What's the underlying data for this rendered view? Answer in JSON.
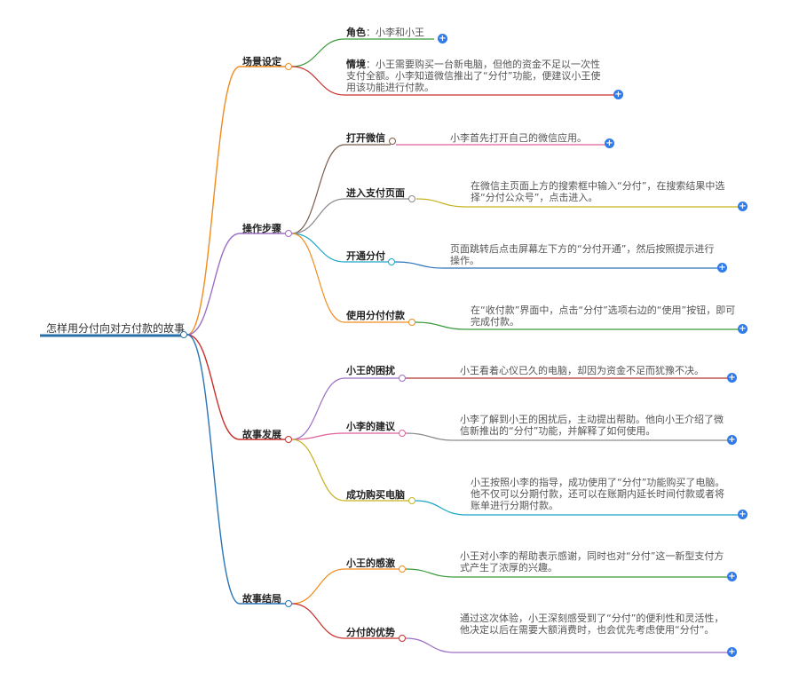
{
  "root": {
    "label": "怎样用分付向对方付款的故事"
  },
  "branches": [
    {
      "label": "场景设定",
      "children": [
        {
          "label": "角色",
          "note": "：小李和小王"
        },
        {
          "label": "情境",
          "note": "：小王需要购买一台新电脑，但他的资金不足以一次性支付全额。小李知道微信推出了“分付”功能，便建议小王使用该功能进行付款。"
        }
      ]
    },
    {
      "label": "操作步骤",
      "children": [
        {
          "label": "打开微信",
          "note": "小李首先打开自己的微信应用。"
        },
        {
          "label": "进入支付页面",
          "note": "在微信主页面上方的搜索框中输入“分付”，在搜索结果中选择“分付公众号”，点击进入。"
        },
        {
          "label": "开通分付",
          "note": "页面跳转后点击屏幕左下方的“分付开通”，然后按照提示进行操作。"
        },
        {
          "label": "使用分付付款",
          "note": "在“收付款”界面中，点击“分付”选项右边的“使用”按钮，即可完成付款。"
        }
      ]
    },
    {
      "label": "故事发展",
      "children": [
        {
          "label": "小王的困扰",
          "note": "小王看着心仪已久的电脑，却因为资金不足而犹豫不决。"
        },
        {
          "label": "小李的建议",
          "note": "小李了解到小王的困扰后，主动提出帮助。他向小王介绍了微信新推出的“分付”功能，并解释了如何使用。"
        },
        {
          "label": "成功购买电脑",
          "note": "小王按照小李的指导，成功使用了“分付”功能购买了电脑。他不仅可以分期付款，还可以在账期内延长时间付款或者将账单进行分期付款。"
        }
      ]
    },
    {
      "label": "故事结局",
      "children": [
        {
          "label": "小王的感激",
          "note": "小王对小李的帮助表示感谢，同时也对“分付”这一新型支付方式产生了浓厚的兴趣。"
        },
        {
          "label": "分付的优势",
          "note": "通过这次体验，小王深刻感受到了“分付”的便利性和灵活性，他决定以后在需要大额消费时，也会优先考虑使用“分付”。"
        }
      ]
    }
  ],
  "colors": {
    "root_line": "#2a6fa8",
    "branch": [
      "#f08c1e",
      "#9c6fc4",
      "#c9302c",
      "#2a74b8"
    ],
    "child": [
      "#3a9a3a",
      "#c9302c",
      "#7a5a4a",
      "#8a8a8a",
      "#1aa5c8",
      "#f08c1e",
      "#9c6fc4",
      "#e0609a",
      "#c6b21e",
      "#f08c1e",
      "#c9302c"
    ],
    "leaf": [
      "#3a9a3a",
      "#c9302c",
      "#e0609a",
      "#c6b21e",
      "#2a74b8",
      "#3a9a3a",
      "#b0302c",
      "#8a8a8a",
      "#1aa5c8",
      "#3a9a3a",
      "#9c6fc4"
    ],
    "plus": "#2f7bea"
  }
}
